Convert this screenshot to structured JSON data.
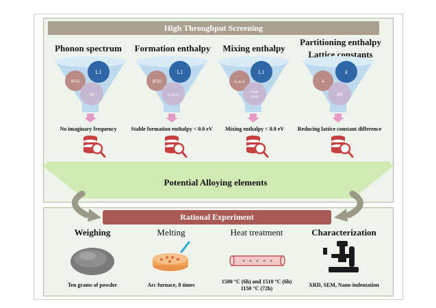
{
  "screening": {
    "banner": "High Throughput Screening",
    "columns": [
      {
        "title": "Phonon spectrum",
        "circles": [
          "tP16",
          "L1",
          "D0"
        ],
        "criterion": "No imaginary frequency"
      },
      {
        "title": "Formation enthalpy",
        "circles": [
          "tP16",
          "L1",
          "Pt₃Al:X"
        ],
        "criterion": "Stable formation enthalpy < 0.0 eV"
      },
      {
        "title": "Mixing enthalpy",
        "circles": [
          "Pt₃Al:X",
          "L1",
          "Pt₃X\nX₃Al"
        ],
        "criterion": "Mixing enthalpy  < 0.0 eV"
      },
      {
        "title": "Partitioning enthalpy\nLattice constants",
        "circles": [
          "k",
          "k",
          "ΔH"
        ],
        "criterion": "Reducing lattice constant difference"
      }
    ],
    "result_label": "Potential Alloying elements"
  },
  "experiment": {
    "banner": "Rational Experiment",
    "steps": [
      {
        "title": "Weighing",
        "caption": "Ten grams of powder"
      },
      {
        "title": "Melting",
        "caption": "Arc furnace, 8 times"
      },
      {
        "title": "Heat treatment",
        "caption": "1500 °C (6h) and 1510 °C (6h)\n1150 °C (72h)"
      },
      {
        "title": "Characterization",
        "caption": "XRD, SEM, Nano-indentation"
      }
    ]
  },
  "colors": {
    "banner_screen": "#a89f8f",
    "banner_exp": "#a95a56",
    "funnel": "#bcd9ee",
    "circle_blue": "#2f66a8",
    "circle_rose": "#bb8b86",
    "circle_mauve": "#c8b5cf",
    "db_red": "#c94040",
    "arrow_green": "#c9e6a9"
  }
}
